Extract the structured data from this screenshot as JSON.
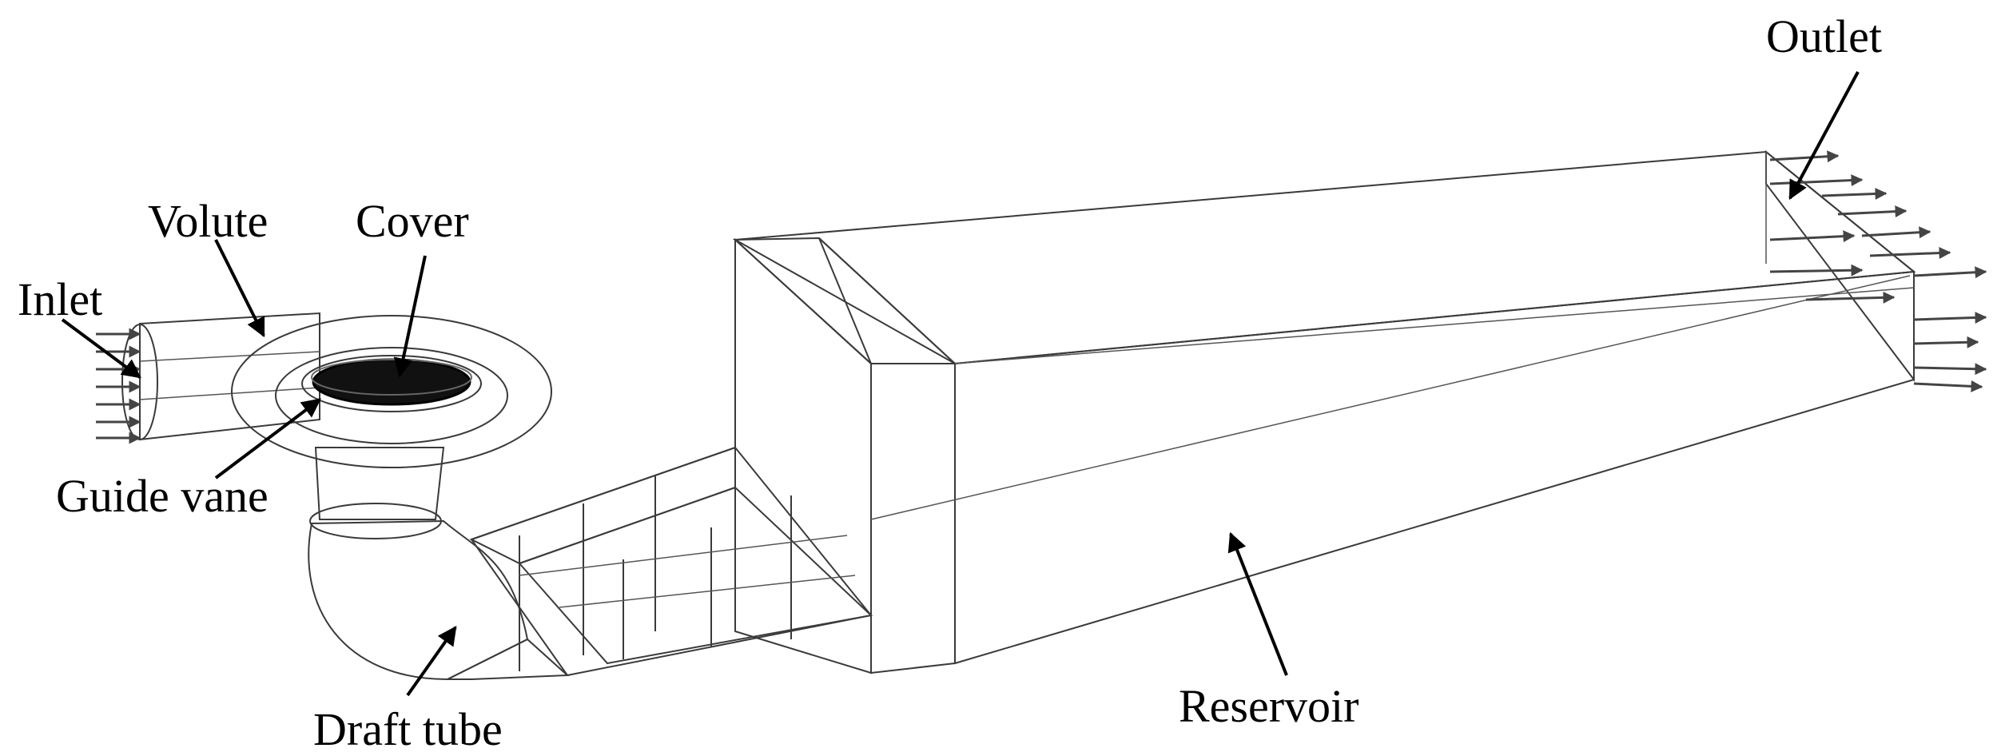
{
  "labels": {
    "volute": "Volute",
    "cover": "Cover",
    "inlet": "Inlet",
    "guide_vane": "Guide vane",
    "draft_tube": "Draft tube",
    "reservoir": "Reservoir",
    "outlet": "Outlet"
  },
  "colors": {
    "body_fill": "#b9b9b9",
    "body_fill_dark": "#9f9f9f",
    "edge": "#3a3a3a",
    "runner": "#111111"
  }
}
